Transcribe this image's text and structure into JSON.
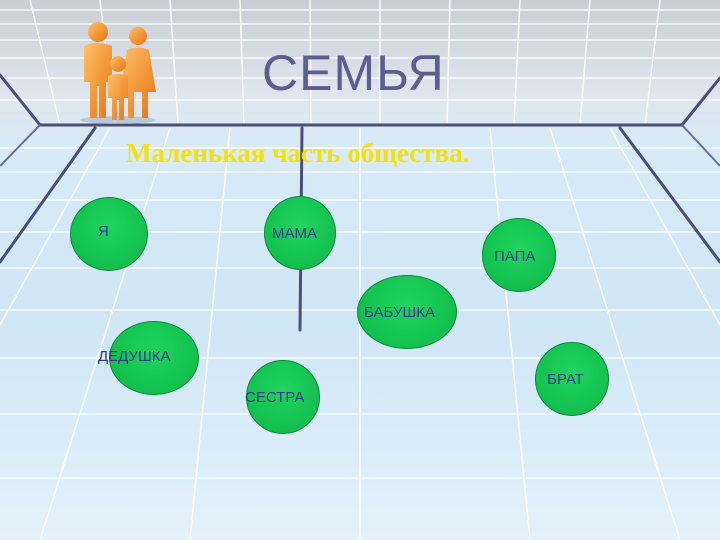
{
  "slide": {
    "title": "СЕМЬЯ",
    "subtitle": "Маленькая часть общества."
  },
  "family_members": [
    {
      "label": "Я"
    },
    {
      "label": "МАМА"
    },
    {
      "label": "ПАПА"
    },
    {
      "label": "БАБУШКА"
    },
    {
      "label": "ДЕДУШКА"
    },
    {
      "label": "СЕСТРА"
    },
    {
      "label": "БРАТ"
    }
  ],
  "colors": {
    "bubble": "#12c04e",
    "label_text": "#2f3a86",
    "title": "#5a5f8e",
    "subtitle": "#f3e10f",
    "people_icon": "#f28a1e"
  },
  "icons": [
    "family-people-icon"
  ]
}
